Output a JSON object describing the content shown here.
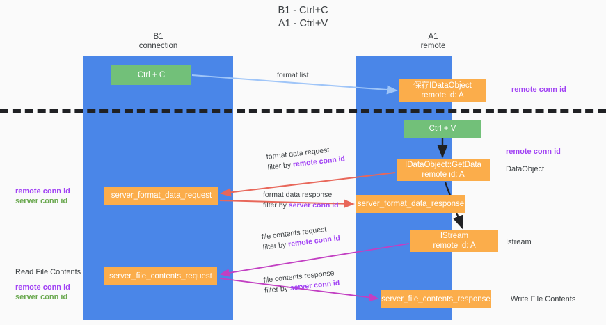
{
  "title": {
    "line1": "B1 - Ctrl+C",
    "line2": "A1 - Ctrl+V"
  },
  "columns": [
    {
      "id": "b1",
      "name": "B1",
      "role": "connection"
    },
    {
      "id": "a1",
      "name": "A1",
      "role": "remote"
    }
  ],
  "nodes": {
    "ctrl_c": {
      "label": "Ctrl + C",
      "color": "#72c079"
    },
    "idataobject": {
      "line1": "保存IDataObject",
      "line2": "remote id: A",
      "color": "#fbad4b"
    },
    "ctrl_v": {
      "label": "Ctrl + V",
      "color": "#72c079"
    },
    "getdata": {
      "line1": "IDataObject::GetData",
      "line2": "remote id: A",
      "color": "#fbad4b"
    },
    "fmt_request": {
      "label": "server_format_data_request",
      "color": "#fbad4b"
    },
    "fmt_response": {
      "label": "server_format_data_response",
      "color": "#fbad4b"
    },
    "istream": {
      "line1": "IStream",
      "line2": "remote id: A",
      "color": "#fbad4b"
    },
    "file_request": {
      "label": "server_file_contents_request",
      "color": "#fbad4b"
    },
    "file_response": {
      "label": "server_file_contents_response",
      "color": "#fbad4b"
    }
  },
  "edges": {
    "format_list": {
      "label": "format list"
    },
    "format_data_req": {
      "label": "format data request",
      "filter_prefix": "filter by ",
      "filter_key": "remote conn id"
    },
    "format_data_resp": {
      "label": "format data response",
      "filter_prefix": "filter by ",
      "filter_key": "server conn id"
    },
    "file_contents_req": {
      "label": "file contents request",
      "filter_prefix": "filter by ",
      "filter_key": "remote conn id"
    },
    "file_contents_resp": {
      "label": "file contents response",
      "filter_prefix": "filter by ",
      "filter_key": "server conn id"
    }
  },
  "annotations": {
    "remote_top": {
      "text": "remote conn id"
    },
    "remote_mid": {
      "text": "remote conn id"
    },
    "dataobject": {
      "text": "DataObject"
    },
    "left_mid": {
      "remote": "remote conn id",
      "server": "server conn id"
    },
    "istream": {
      "text": "Istream"
    },
    "left_bottom": {
      "heading": "Read File Contents",
      "remote": "remote conn id",
      "server": "server conn id"
    },
    "write_file": {
      "text": "Write File Contents"
    }
  },
  "colors": {
    "panel": "#4a86e8",
    "green": "#72c079",
    "orange": "#fbad4b",
    "remote_conn": "#a142f4",
    "server_conn": "#6aa84f",
    "red_arrow": "#e8675a",
    "magenta_arrow": "#c23fc2",
    "blue_arrow": "#9fc5f8",
    "black_arrow": "#202124",
    "background": "#fafafa"
  }
}
